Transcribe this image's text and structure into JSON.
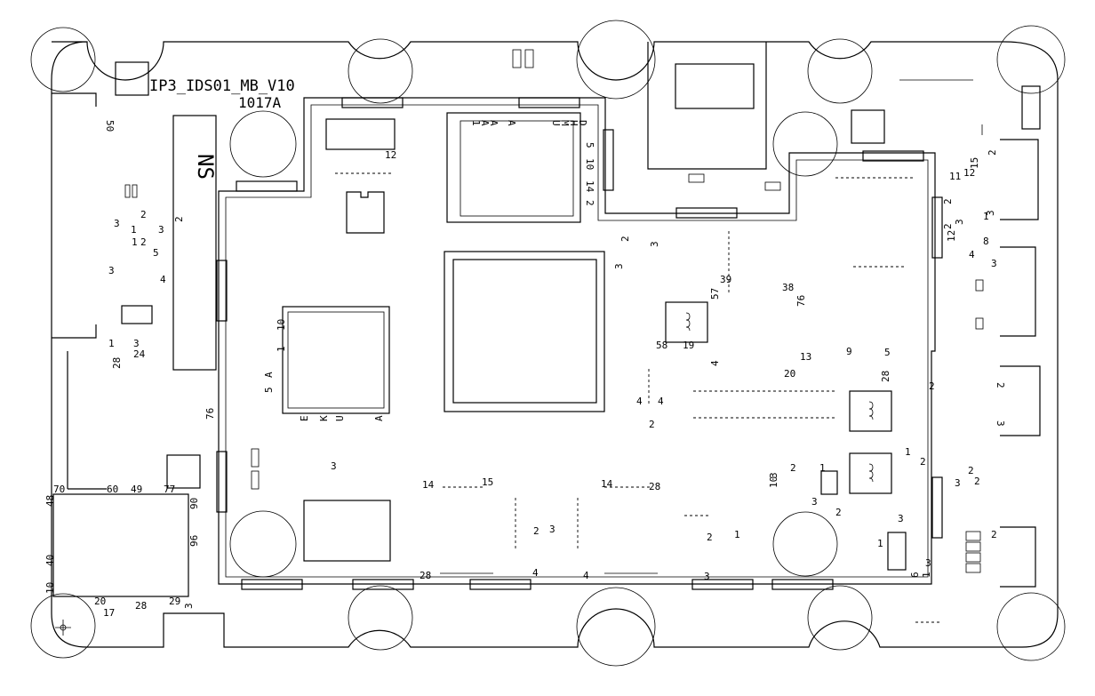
{
  "board": {
    "title": "IP3_IDS01_MB_V10",
    "revision": "1017A",
    "connector_label": "NS"
  },
  "pin_labels": [
    "50",
    "12",
    "3",
    "1",
    "2",
    "3",
    "2",
    "1",
    "5",
    "3",
    "4",
    "2",
    "1",
    "3",
    "24",
    "28",
    "76",
    "70",
    "60",
    "49",
    "77",
    "48",
    "90",
    "40",
    "96",
    "10",
    "20",
    "28",
    "29",
    "3",
    "17",
    "10",
    "1",
    "5",
    "A",
    "E",
    "K",
    "U",
    "A",
    "D",
    "H",
    "M",
    "U",
    "A",
    "A",
    "A",
    "1",
    "5",
    "10",
    "14",
    "2",
    "3",
    "4",
    "3",
    "2",
    "4",
    "58",
    "57",
    "39",
    "38",
    "76",
    "4",
    "19",
    "20",
    "13",
    "9",
    "5",
    "28",
    "2",
    "2",
    "3",
    "15",
    "14",
    "15",
    "14",
    "28",
    "28",
    "4",
    "4",
    "3",
    "2",
    "3",
    "2",
    "1",
    "3",
    "2",
    "10",
    "3",
    "2",
    "11",
    "12",
    "2",
    "2",
    "3",
    "1",
    "3",
    "12",
    "4",
    "8",
    "3",
    "2",
    "3",
    "1",
    "2",
    "2",
    "3",
    "2",
    "1",
    "2",
    "3",
    "6",
    "1",
    "3",
    "2",
    "1"
  ]
}
